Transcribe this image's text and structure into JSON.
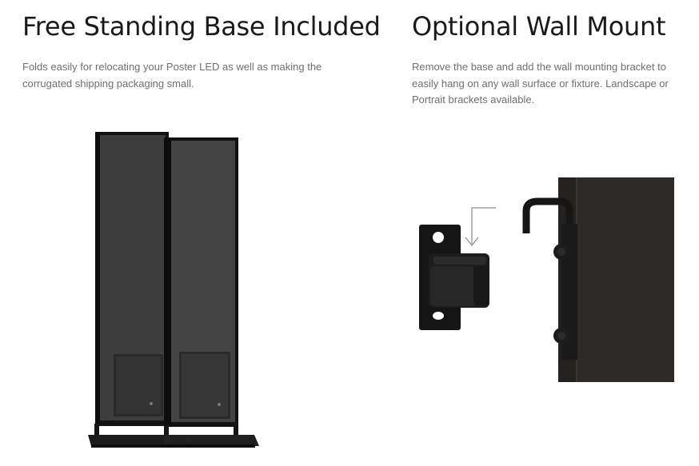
{
  "left": {
    "title": "Free Standing Base Included",
    "description": "Folds easily for relocating your Poster LED as well as making the corrugated shipping packaging small."
  },
  "right": {
    "title": "Optional Wall Mount",
    "description": "Remove the base and add the wall mounting bracket to easily hang on any wall surface or fixture. Landscape or Portrait brackets available."
  },
  "colors": {
    "heading": "#1a1a1a",
    "body_text": "#6f6f6f",
    "panel": "#3c3c3c",
    "frame": "#121212",
    "wall_panel": "#2e2a27"
  }
}
